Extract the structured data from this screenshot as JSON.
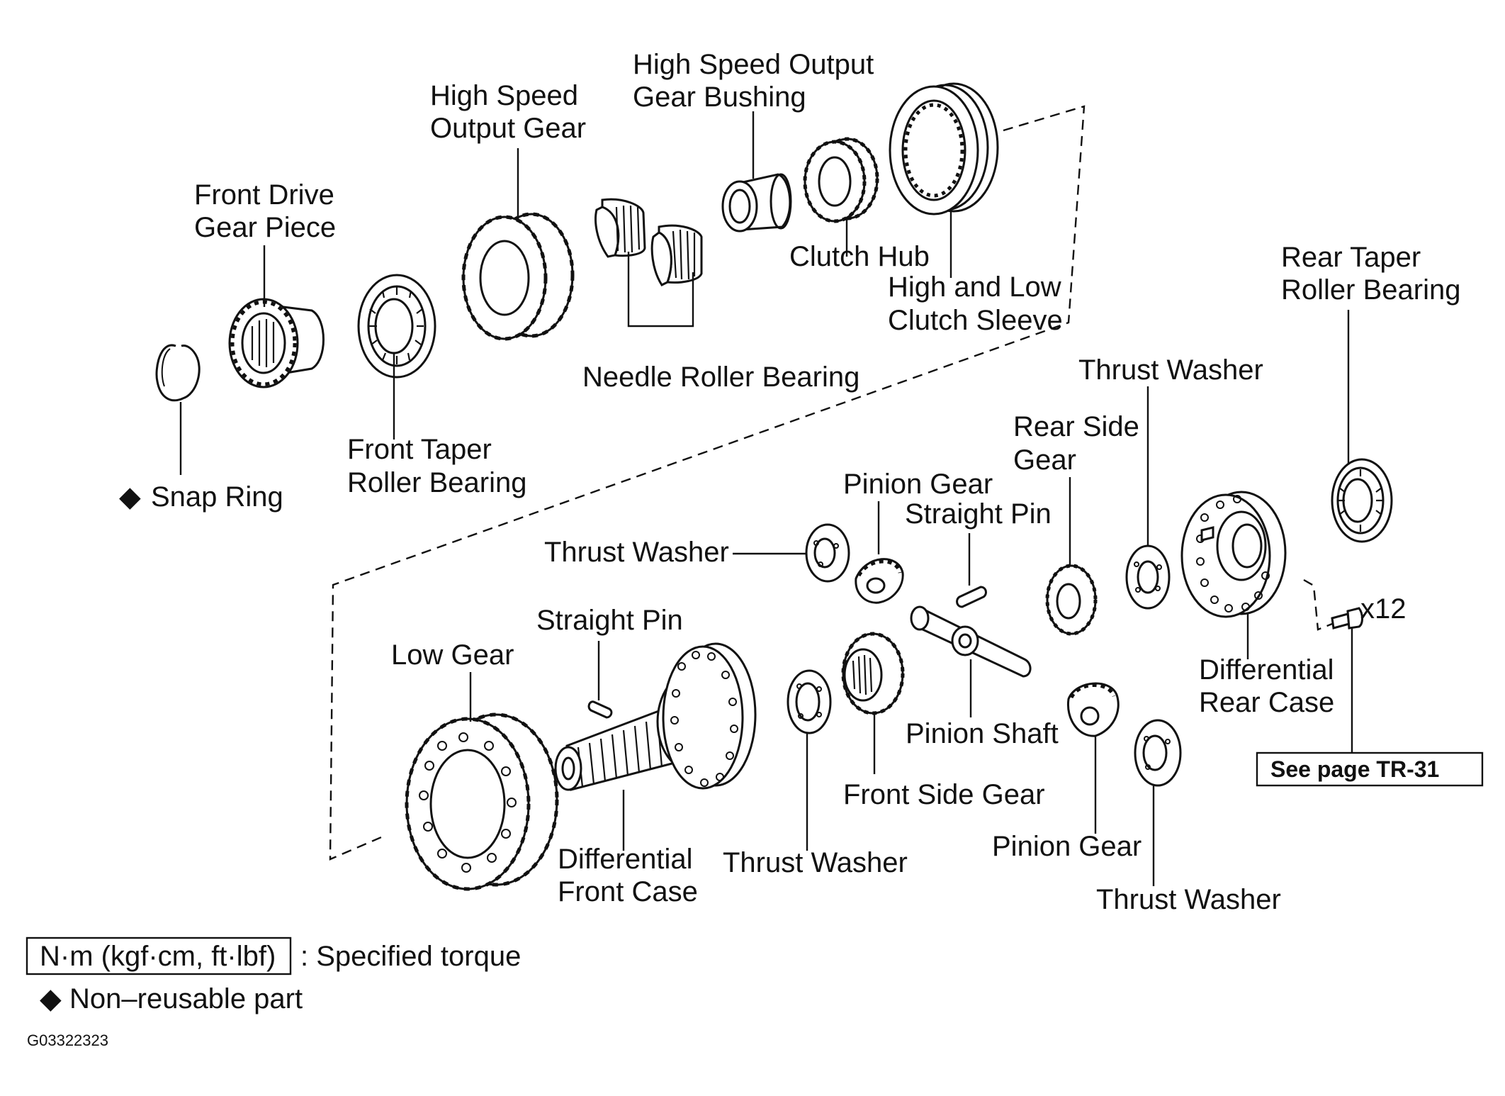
{
  "labels": {
    "front_drive_gear_piece": [
      "Front Drive",
      "Gear Piece"
    ],
    "high_speed_output_gear": [
      "High Speed",
      "Output Gear"
    ],
    "high_speed_output_gear_bushing": [
      "High Speed Output",
      "Gear Bushing"
    ],
    "clutch_hub": "Clutch Hub",
    "high_and_low_clutch_sleeve": [
      "High and Low",
      "Clutch Sleeve"
    ],
    "rear_taper_roller_bearing": [
      "Rear Taper",
      "Roller Bearing"
    ],
    "needle_roller_bearing": "Needle Roller Bearing",
    "front_taper_roller_bearing": [
      "Front Taper",
      "Roller Bearing"
    ],
    "snap_ring": "Snap Ring",
    "thrust_washer_upper_right": "Thrust Washer",
    "rear_side_gear": [
      "Rear Side",
      "Gear"
    ],
    "pinion_gear_upper": "Pinion Gear",
    "straight_pin_upper": "Straight Pin",
    "thrust_washer_left": "Thrust Washer",
    "straight_pin_lower": "Straight Pin",
    "low_gear": "Low Gear",
    "bolt_count": "x12",
    "differential_rear_case": [
      "Differential",
      "Rear Case"
    ],
    "pinion_shaft": "Pinion Shaft",
    "front_side_gear": "Front Side Gear",
    "differential_front_case": [
      "Differential",
      "Front Case"
    ],
    "thrust_washer_lower_middle": "Thrust Washer",
    "pinion_gear_lower": "Pinion Gear",
    "thrust_washer_lower_right": "Thrust Washer"
  },
  "see_page": "See page TR-31",
  "legend": {
    "torque_box": "N·m (kgf·cm, ft·lbf)",
    "torque_text": ": Specified torque",
    "non_reusable_symbol": "◆",
    "non_reusable_text": "Non–reusable part"
  },
  "figure_code": "G03322323",
  "colors": {
    "ink": "#111111",
    "paper": "#ffffff"
  }
}
